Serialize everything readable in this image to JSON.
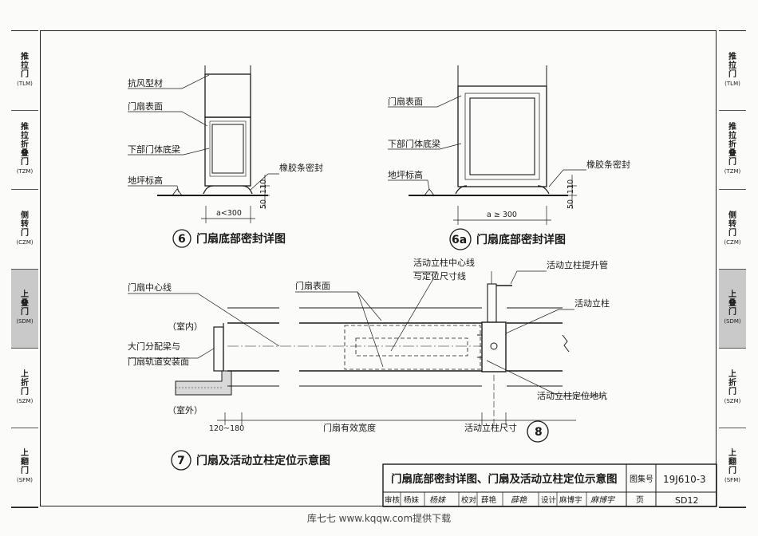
{
  "side_tabs_left": [
    {
      "chars": "推拉门",
      "code": "(TLM)"
    },
    {
      "chars": "推拉折叠门",
      "code": "(TZM)"
    },
    {
      "chars": "侧转门",
      "code": "(CZM)"
    },
    {
      "chars": "上叠门",
      "code": "(SDM)",
      "active": true
    },
    {
      "chars": "上折门",
      "code": "(SZM)"
    },
    {
      "chars": "上翻门",
      "code": "(SFM)"
    }
  ],
  "side_tabs_right": [
    {
      "chars": "推拉门",
      "code": "(TLM)"
    },
    {
      "chars": "推拉折叠门",
      "code": "(TZM)"
    },
    {
      "chars": "侧转门",
      "code": "(CZM)"
    },
    {
      "chars": "上叠门",
      "code": "(SDM)",
      "active": true
    },
    {
      "chars": "上折门",
      "code": "(SZM)"
    },
    {
      "chars": "上翻门",
      "code": "(SFM)"
    }
  ],
  "detail6": {
    "number": "6",
    "title": "门扇底部密封详图",
    "labels": {
      "wind": "抗风型材",
      "surface": "门扇表面",
      "beam": "下部门体底梁",
      "floor": "地坪标高",
      "seal": "橡胶条密封"
    },
    "dim_width": "a<300",
    "dim_v1": "50",
    "dim_v2": "110"
  },
  "detail6a": {
    "number": "6a",
    "title": "门扇底部密封详图",
    "labels": {
      "surface": "门扇表面",
      "beam": "下部门体底梁",
      "floor": "地坪标高",
      "seal": "橡胶条密封"
    },
    "dim_width": "a ≥ 300",
    "dim_v1": "50",
    "dim_v2": "110"
  },
  "detail7": {
    "number": "7",
    "title": "门扇及活动立柱定位示意图",
    "labels": {
      "centerline": "门扇中心线",
      "indoor": "（室内）",
      "outdoor": "（室外）",
      "beam_line1": "大门分配梁与",
      "beam_line2": "门扇轨道安装面",
      "surface": "门扇表面",
      "post_center1": "活动立柱中心线",
      "post_center2": "与定位尺寸线",
      "lift_pipe": "活动立柱提升管",
      "post": "活动立柱",
      "pit": "活动立柱定位地坑"
    },
    "dim_left": "120~180",
    "dim_width": "门扇有效宽度",
    "dim_post": "活动立柱尺寸",
    "ref_number": "8"
  },
  "title_block": {
    "title": "门扇底部密封详图、门扇及活动立柱定位示意图",
    "atlas_label": "图集号",
    "atlas_value": "19J610-3",
    "page_label": "页",
    "page_value": "SD12",
    "review": "审核",
    "review_name": "杨妹",
    "review_sign": "杨妹",
    "check": "校对",
    "check_name": "薛艳",
    "check_sign": "薛艳",
    "design": "设计",
    "design_name": "麻博宇",
    "design_sign": "麻博宇"
  },
  "footer": "库七七 www.kqqw.com提供下载"
}
